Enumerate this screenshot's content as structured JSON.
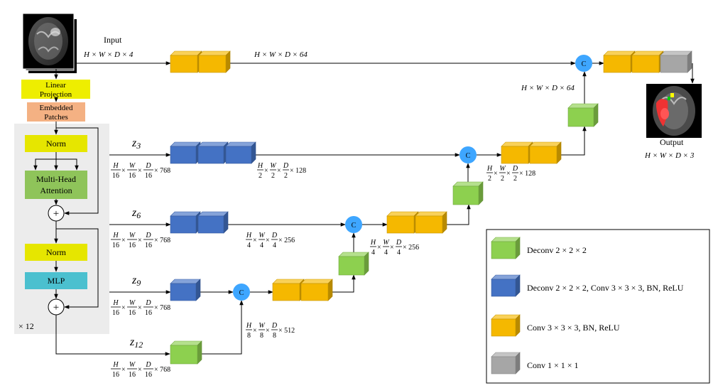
{
  "labels": {
    "input": "Input",
    "output": "Output",
    "linear_projection": [
      "Linear",
      "Projection"
    ],
    "embedded_patches": [
      "Embedded",
      "Patches"
    ],
    "norm": "Norm",
    "multi_head_attention": [
      "Multi-Head",
      "Attention"
    ],
    "mlp": "MLP",
    "repeat": "× 12",
    "plus": "+",
    "concat": "C"
  },
  "z_labels": [
    {
      "var": "z",
      "sub": "3"
    },
    {
      "var": "z",
      "sub": "6"
    },
    {
      "var": "z",
      "sub": "9"
    },
    {
      "var": "z",
      "sub": "12"
    }
  ],
  "dims": {
    "input": "H × W × D × 4",
    "top": "H × W × D × 64",
    "skip_top": "H × W × D × 64",
    "output": "H × W × D × 3",
    "z_channels": "× 768",
    "c2": "× 128",
    "c4": "× 256",
    "c8": "× 512",
    "frac_h": "H",
    "frac_w": "W",
    "frac_d": "D",
    "times": "×",
    "den_16": "16",
    "den_8": "8",
    "den_4": "4",
    "den_2": "2"
  },
  "legend": [
    {
      "label": "Deconv 2 × 2 × 2",
      "color": "#8dd04f"
    },
    {
      "label": "Deconv 2 × 2 × 2,  Conv 3 × 3 × 3, BN, ReLU",
      "color": "#4472c4"
    },
    {
      "label": "Conv 3 × 3 × 3, BN, ReLU",
      "color": "#f5b800"
    },
    {
      "label": "Conv 1 × 1 × 1",
      "color": "#a6a6a6"
    }
  ],
  "colors": {
    "green": "#8dd04f",
    "blue": "#4472c4",
    "yellow": "#f5b800",
    "gray": "#a6a6a6",
    "concat": "#3ea6ff",
    "norm": "#e6e600",
    "linear": "#eeee00",
    "embedded": "#f4b183",
    "attention": "#8fc45a",
    "mlp": "#4bc0cf",
    "transformer_bg": "#ececec"
  }
}
